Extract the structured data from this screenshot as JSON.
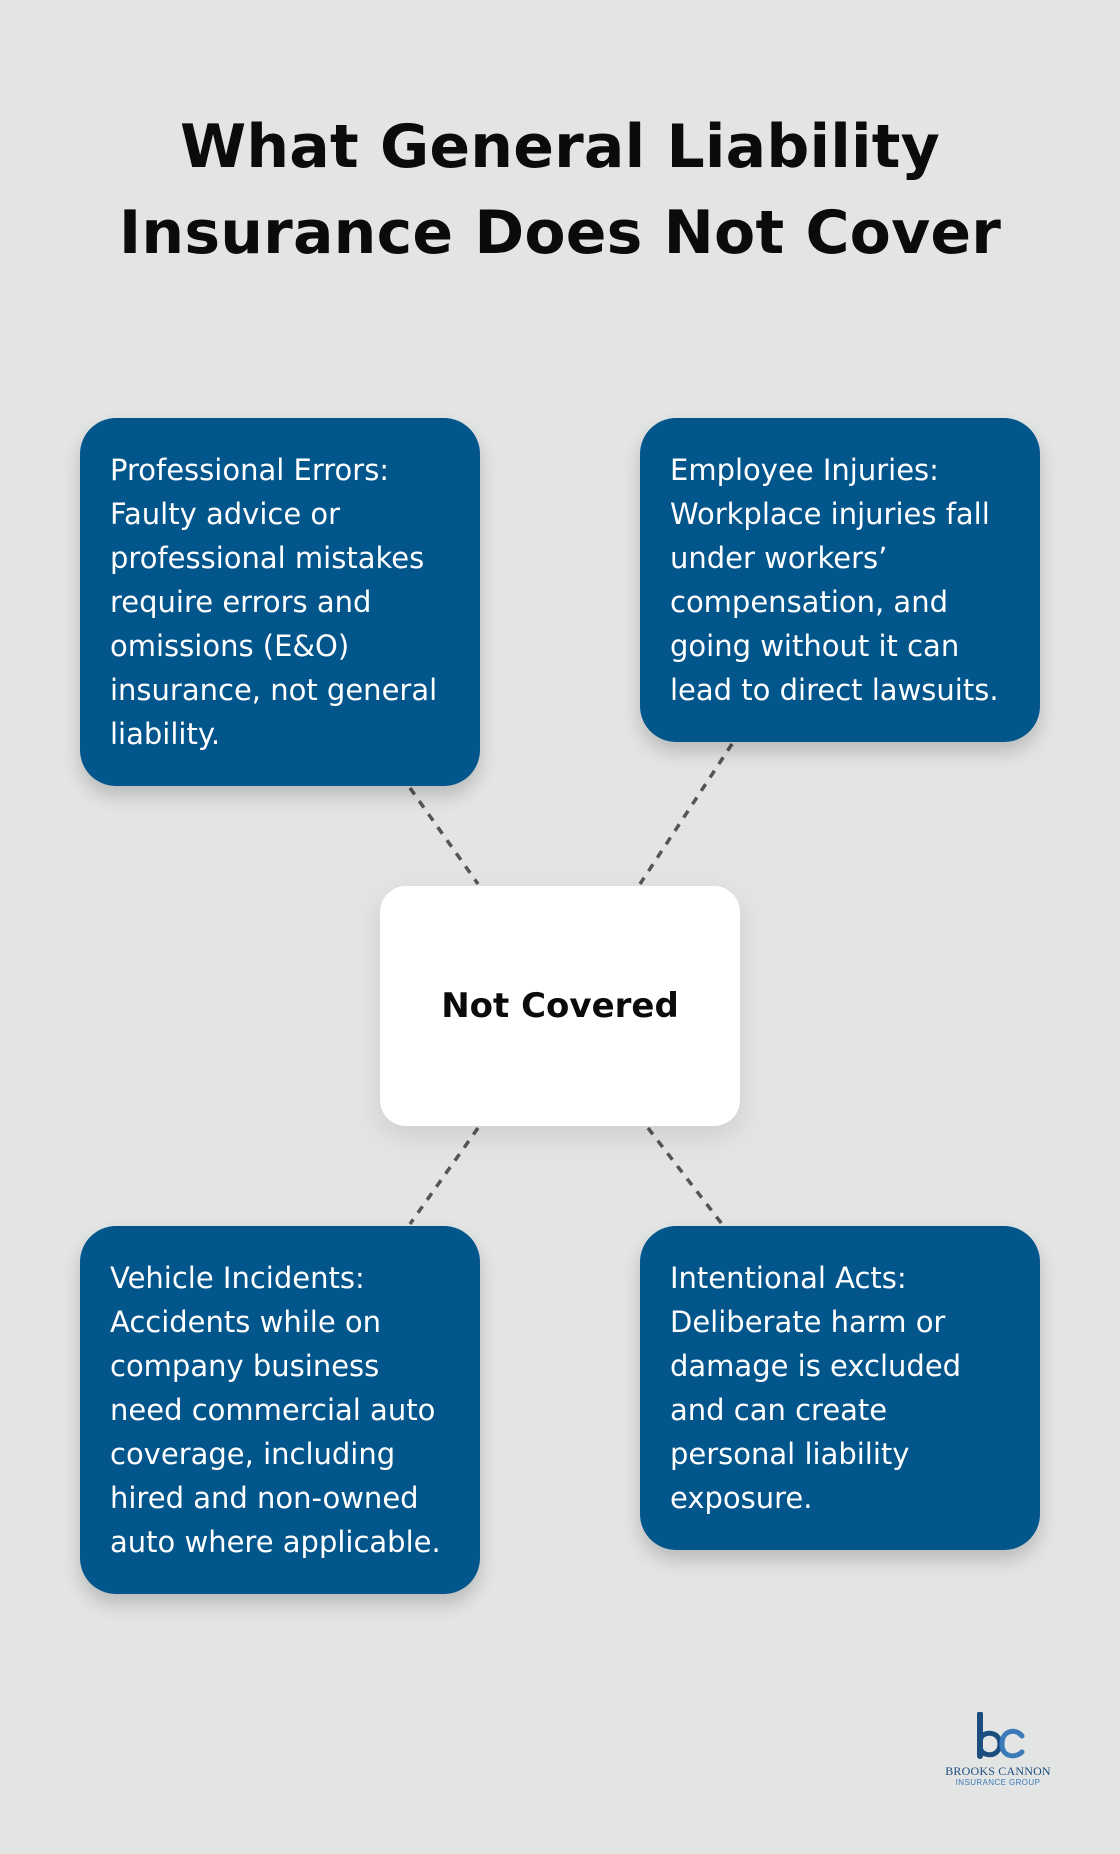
{
  "title": {
    "line1": "What General Liability",
    "line2": "Insurance Does Not Cover"
  },
  "center": {
    "label": "Not Covered"
  },
  "cards": [
    {
      "title": "Professional Errors:",
      "description": "Faulty advice or professional mistakes require errors and omissions (E&O) insurance, not general liability."
    },
    {
      "title": "Employee Injuries:",
      "description": "Workplace injuries fall under workers’ compensation, and going without it can lead to direct lawsuits."
    },
    {
      "title": "Vehicle Incidents:",
      "description": "Accidents while on company business need commercial auto coverage, including hired and non-owned auto where applicable."
    },
    {
      "title": "Intentional Acts:",
      "description": "Deliberate harm or damage is excluded and can create personal liability exposure."
    }
  ],
  "colors": {
    "background": "#e3e4e4",
    "card": "#02568c",
    "center": "#ffffff",
    "connector": "#555555"
  },
  "logo": {
    "monogram": "bc",
    "name": "BROOKS CANNON",
    "subtitle": "INSURANCE GROUP"
  }
}
